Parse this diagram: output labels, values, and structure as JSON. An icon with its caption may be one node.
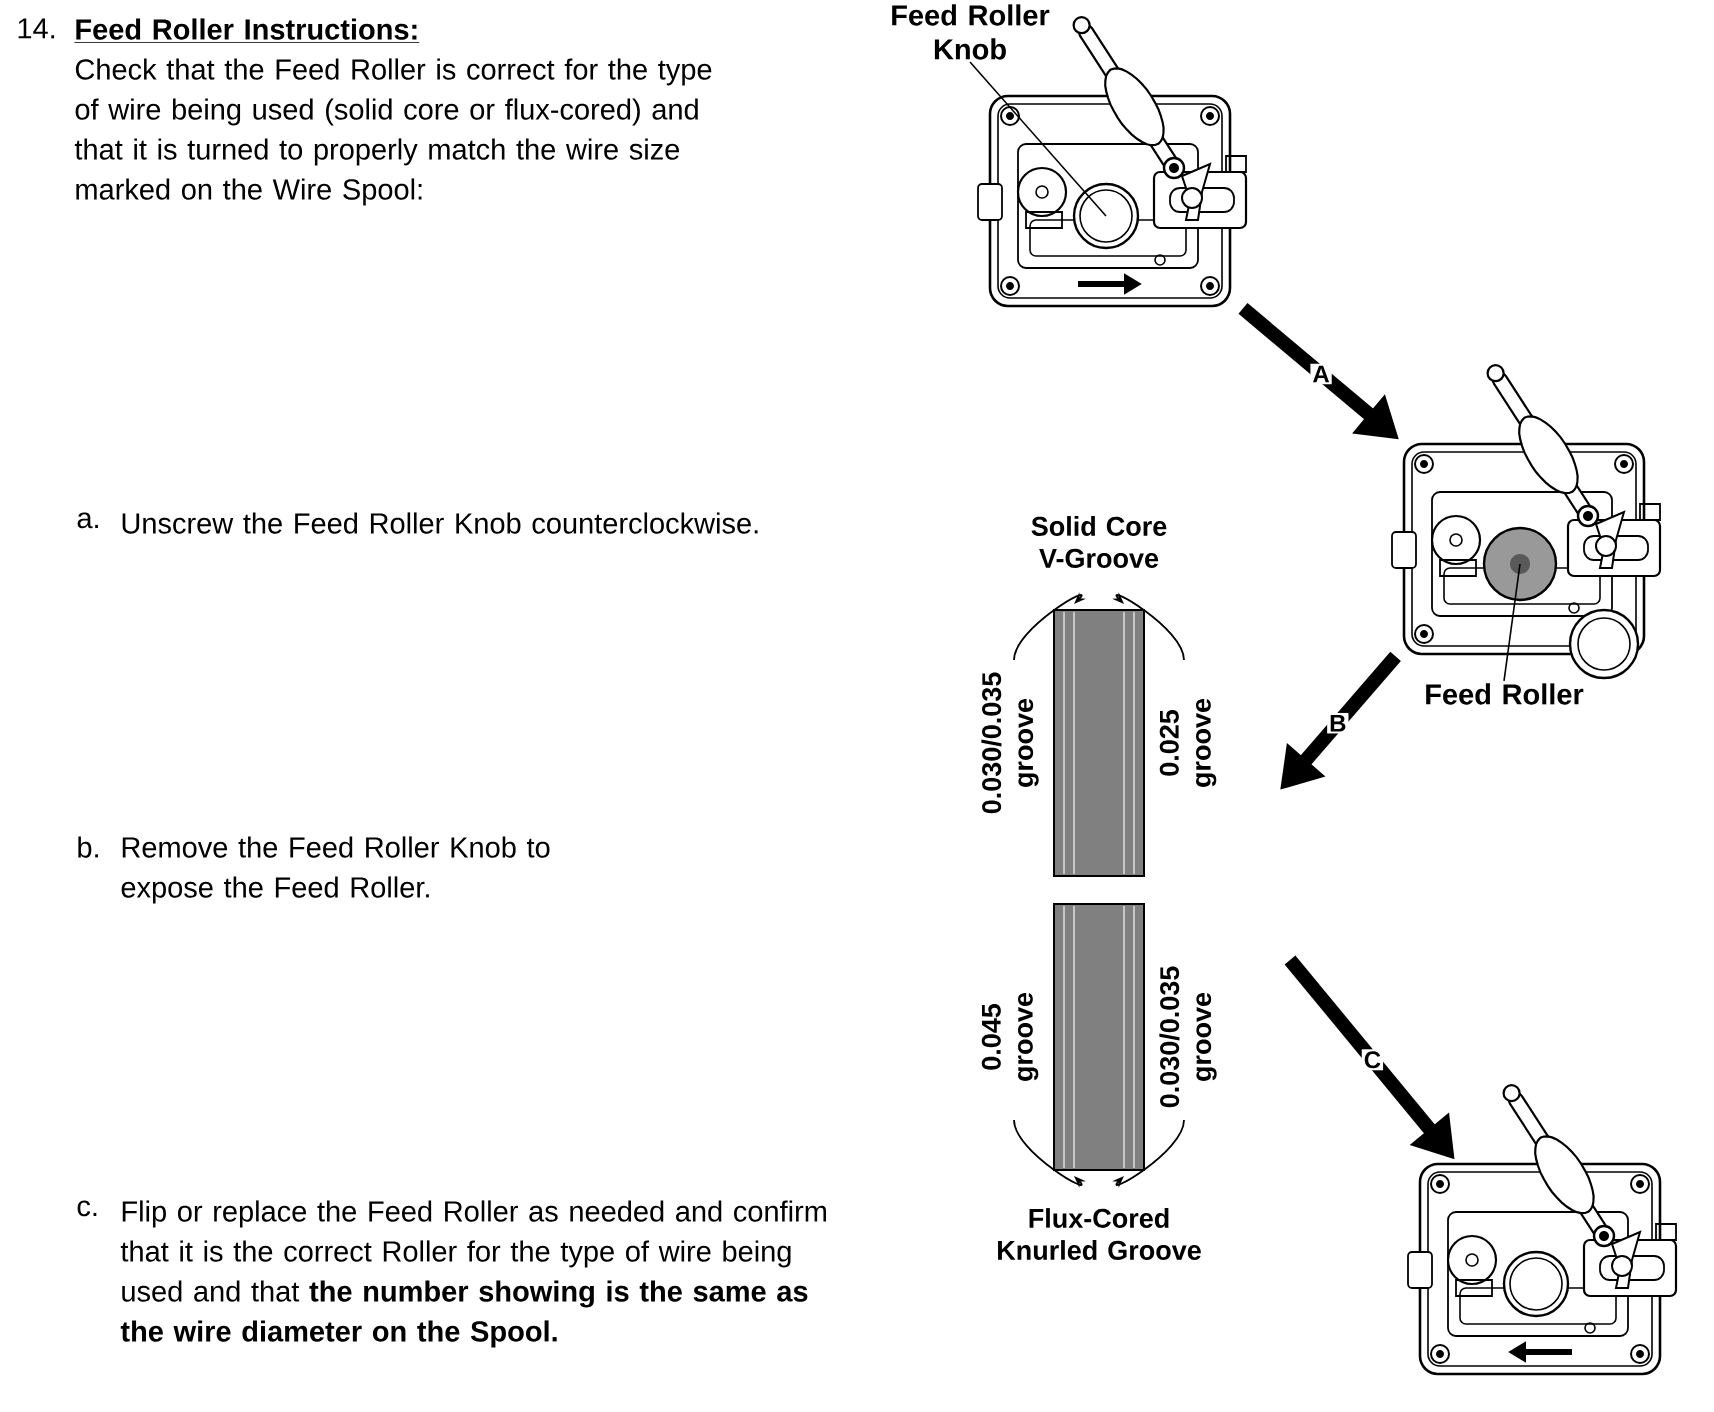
{
  "diagram": {
    "nodes": [
      {
        "text": [
          "Feed Roller Knob"
        ]
      },
      {
        "text": [],
        "shape": "picture"
      },
      {
        "text": [],
        "shape": "circle",
        "in": 1
      },
      {
        "text": [],
        "shape": "picture"
      },
      {
        "text": [],
        "shape": "circle",
        "in": 3
      },
      {
        "text": [
          "Feed Roller"
        ]
      },
      {
        "text": [],
        "shape": "bar",
        "beside": [
          "Solid Core V-Groove",
          "0.030/0.035 groove",
          "0.025 groove"
        ]
      },
      {
        "text": [],
        "shape": "bar",
        "beside": [
          "0.045 groove",
          "0.030/0.035 groove",
          "Flux-Cored Knurled Groove"
        ]
      },
      {
        "text": [],
        "shape": "picture"
      }
    ],
    "edges": [
      {
        "from": 0,
        "to": 2,
        "arrow": "none"
      },
      {
        "from": 5,
        "to": 4,
        "arrow": "none"
      },
      {
        "from": 1,
        "to": 3,
        "arrow": "to",
        "label": "A"
      },
      {
        "from": 3,
        "to": null,
        "arrow": "to",
        "label": "B"
      },
      {
        "from": null,
        "to": 8,
        "arrow": "to",
        "label": "C"
      }
    ],
    "labels": [
      "14.",
      "Feed Roller Instructions:",
      "Check that the Feed Roller is correct for the type of wire being used (solid core or flux-cored) and that it is turned to properly match the wire size marked on the Wire Spool:",
      "a.",
      "Unscrew the Feed Roller Knob counterclockwise.",
      "b.",
      "Remove the Feed Roller Knob to expose the Feed Roller.",
      "c.",
      "Flip or replace the Feed Roller as needed and confirm that it is the correct Roller for the type of wire being used and that **the number showing is the same as the wire diameter on the Spool.**"
    ]
  }
}
